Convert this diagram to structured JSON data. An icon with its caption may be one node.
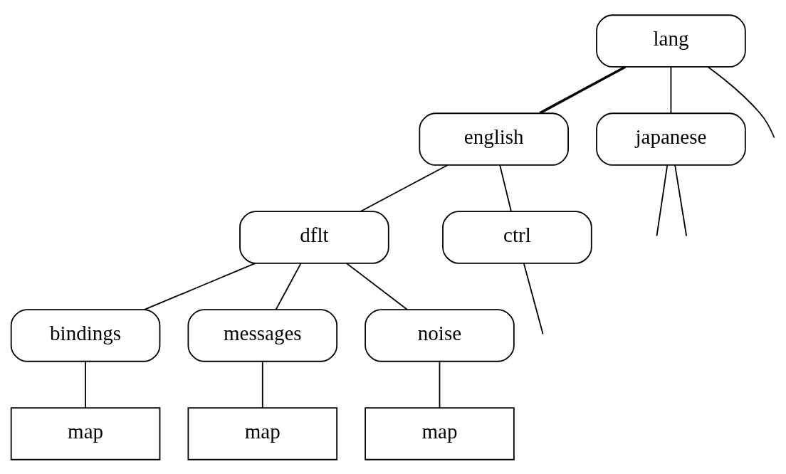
{
  "diagram": {
    "nodes": [
      {
        "text": [
          "lang"
        ]
      },
      {
        "text": [
          "english"
        ]
      },
      {
        "text": [
          "japanese"
        ]
      },
      {
        "text": [
          "dflt"
        ]
      },
      {
        "text": [
          "ctrl"
        ]
      },
      {
        "text": [
          "bindings"
        ]
      },
      {
        "text": [
          "messages"
        ]
      },
      {
        "text": [
          "noise"
        ]
      },
      {
        "text": [
          "map"
        ]
      },
      {
        "text": [
          "map"
        ]
      },
      {
        "text": [
          "map"
        ]
      }
    ],
    "edges": [
      {
        "from": 0,
        "to": 1,
        "arrow": "none",
        "style": "thick"
      },
      {
        "from": 0,
        "to": 2,
        "arrow": "none"
      },
      {
        "from": 0,
        "to": null,
        "arrow": "none"
      },
      {
        "from": 1,
        "to": 3,
        "arrow": "none"
      },
      {
        "from": 1,
        "to": 4,
        "arrow": "none"
      },
      {
        "from": 2,
        "to": null,
        "arrow": "none"
      },
      {
        "from": 2,
        "to": null,
        "arrow": "none"
      },
      {
        "from": 3,
        "to": 5,
        "arrow": "none"
      },
      {
        "from": 3,
        "to": 6,
        "arrow": "none"
      },
      {
        "from": 3,
        "to": 7,
        "arrow": "none"
      },
      {
        "from": 4,
        "to": null,
        "arrow": "none"
      },
      {
        "from": 5,
        "to": 8,
        "arrow": "none"
      },
      {
        "from": 6,
        "to": 9,
        "arrow": "none"
      },
      {
        "from": 7,
        "to": 10,
        "arrow": "none"
      }
    ]
  }
}
